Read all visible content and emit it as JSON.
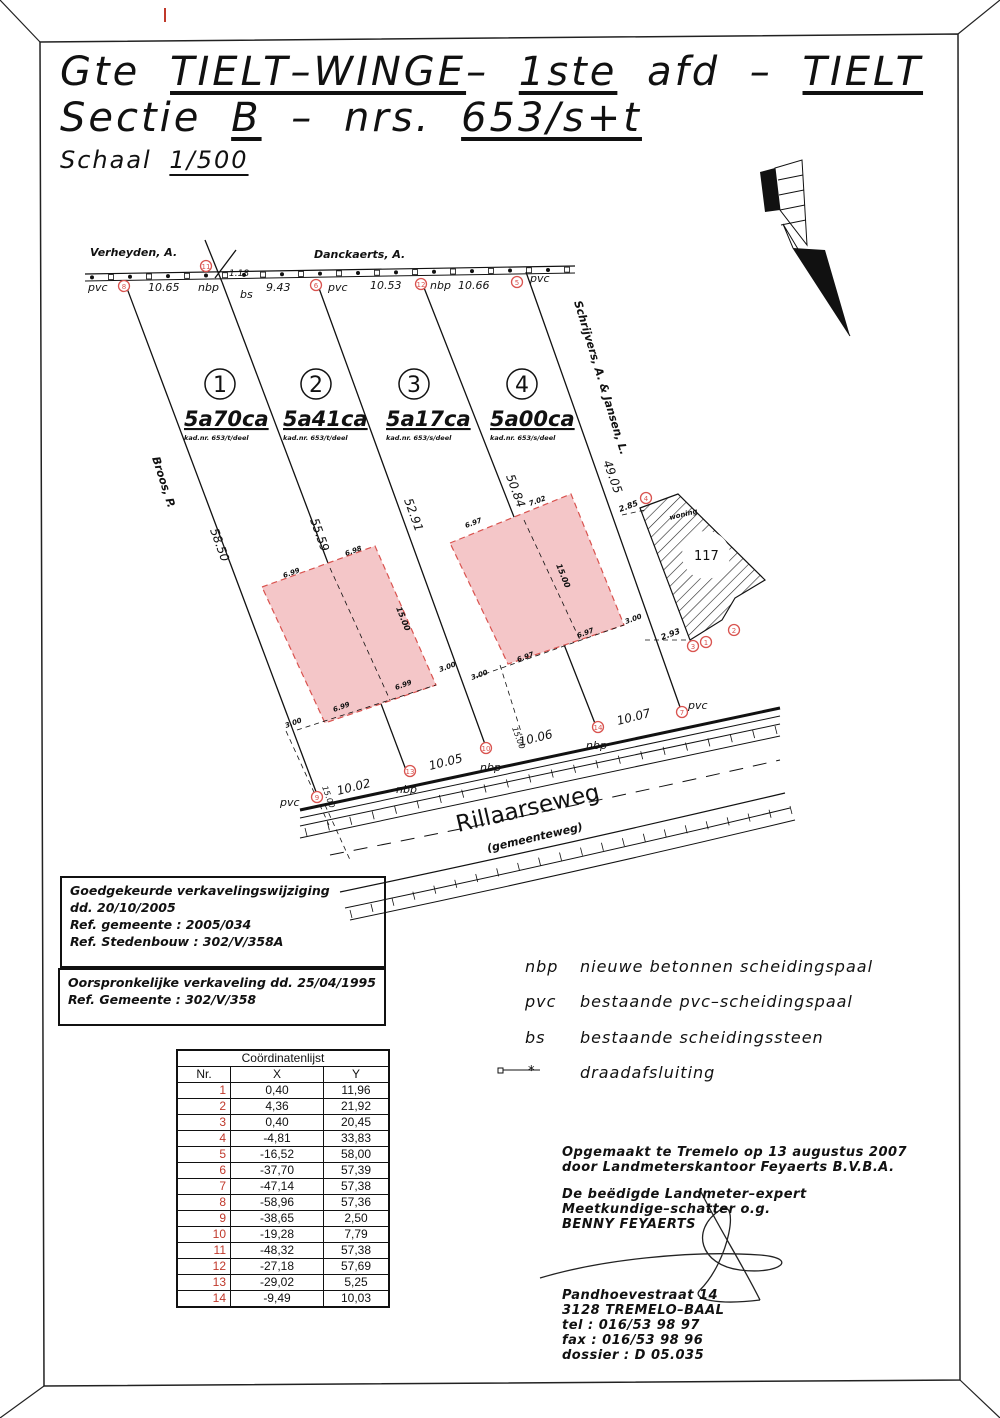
{
  "title": {
    "line1_prefix": "Gte",
    "municipality": "TIELT–WINGE",
    "dash1": "–",
    "division": "1ste",
    "afd": "afd",
    "dash2": "–",
    "place": "TIELT",
    "line2_prefix": "Sectie",
    "section": "B",
    "dash3": "–",
    "nrs_label": "nrs.",
    "numbers": "653/s+t",
    "scale_label": "Schaal",
    "scale": "1/500"
  },
  "neighbours": {
    "top_left": "Verheyden, A.",
    "top_right": "Danckaerts, A.",
    "left": "Broos, P.",
    "right": "Schrijvers, A. & Jansen, L.",
    "house_label": "woning",
    "house_number": "117"
  },
  "lots": [
    {
      "num": "1",
      "area": "5a70ca",
      "kad": "kad.nr. 653/t/deel"
    },
    {
      "num": "2",
      "area": "5a41ca",
      "kad": "kad.nr. 653/t/deel"
    },
    {
      "num": "3",
      "area": "5a17ca",
      "kad": "kad.nr. 653/s/deel"
    },
    {
      "num": "4",
      "area": "5a00ca",
      "kad": "kad.nr. 653/s/deel"
    }
  ],
  "dims": {
    "top": [
      "10.65",
      "1.18",
      "9.43",
      "10.53",
      "10.66"
    ],
    "sides": [
      "58.50",
      "55.59",
      "52.91",
      "50.84",
      "49.05"
    ],
    "bottom": [
      "10.02",
      "10.05",
      "10.06",
      "10.07"
    ],
    "bld1": [
      "6.99",
      "6.98",
      "15.00",
      "6.99",
      "6.99",
      "3.00",
      "3.00"
    ],
    "bld2": [
      "6.97",
      "7.02",
      "15.00",
      "6.97",
      "6.97",
      "3.00",
      "3.00"
    ],
    "misc": [
      "2.85",
      "2.93",
      "15.00",
      "15.00"
    ]
  },
  "markers": {
    "top": [
      "pvc",
      "nbp",
      "bs",
      "pvc",
      "nbp",
      "pvc"
    ],
    "bottom": [
      "pvc",
      "nbp",
      "nbp",
      "nbp",
      "pvc"
    ]
  },
  "point_ids": [
    "1",
    "2",
    "3",
    "4",
    "5",
    "6",
    "7",
    "8",
    "9",
    "10",
    "11",
    "12",
    "13",
    "14"
  ],
  "road": {
    "name": "Rillaarseweg",
    "type": "(gemeenteweg)"
  },
  "approval_box": {
    "line1": "Goedgekeurde verkavelingswijziging",
    "line2": "dd. 20/10/2005",
    "line3": "Ref. gemeente : 2005/034",
    "line4": "Ref. Stedenbouw : 302/V/358A"
  },
  "original_box": {
    "line1": "Oorspronkelijke verkaveling dd. 25/04/1995",
    "line2": "Ref. Gemeente : 302/V/358"
  },
  "legend": [
    {
      "key": "nbp",
      "label": "nieuwe betonnen scheidingspaal"
    },
    {
      "key": "pvc",
      "label": "bestaande pvc–scheidingspaal"
    },
    {
      "key": "bs",
      "label": "bestaande scheidingssteen"
    },
    {
      "key": "",
      "label": "draadafsluiting"
    }
  ],
  "coord_table": {
    "title": "Coördinatenlijst",
    "headers": [
      "Nr.",
      "X",
      "Y"
    ],
    "rows": [
      [
        "1",
        "0,40",
        "11,96"
      ],
      [
        "2",
        "4,36",
        "21,92"
      ],
      [
        "3",
        "0,40",
        "20,45"
      ],
      [
        "4",
        "-4,81",
        "33,83"
      ],
      [
        "5",
        "-16,52",
        "58,00"
      ],
      [
        "6",
        "-37,70",
        "57,39"
      ],
      [
        "7",
        "-47,14",
        "57,38"
      ],
      [
        "8",
        "-58,96",
        "57,36"
      ],
      [
        "9",
        "-38,65",
        "2,50"
      ],
      [
        "10",
        "-19,28",
        "7,79"
      ],
      [
        "11",
        "-48,32",
        "57,38"
      ],
      [
        "12",
        "-27,18",
        "57,69"
      ],
      [
        "13",
        "-29,02",
        "5,25"
      ],
      [
        "14",
        "-9,49",
        "10,03"
      ]
    ]
  },
  "signature": {
    "line1": "Opgemaakt te Tremelo op 13 augustus 2007",
    "line2": "door Landmeterskantoor Feyaerts B.V.B.A.",
    "line3": "De beëdigde Landmeter–expert",
    "line4": "Meetkundige–schatter o.g.",
    "line5": "BENNY FEYAERTS",
    "addr1": "Pandhoevestraat 14",
    "addr2": "3128 TREMELO–BAAL",
    "tel": "tel : 016/53 98 97",
    "fax": "fax : 016/53 98 96",
    "dossier": "dossier : D 05.035"
  },
  "colors": {
    "building": "#f4c6c8",
    "building_stroke": "#d9534f",
    "marker": "#d9534f",
    "ink": "#111111"
  }
}
